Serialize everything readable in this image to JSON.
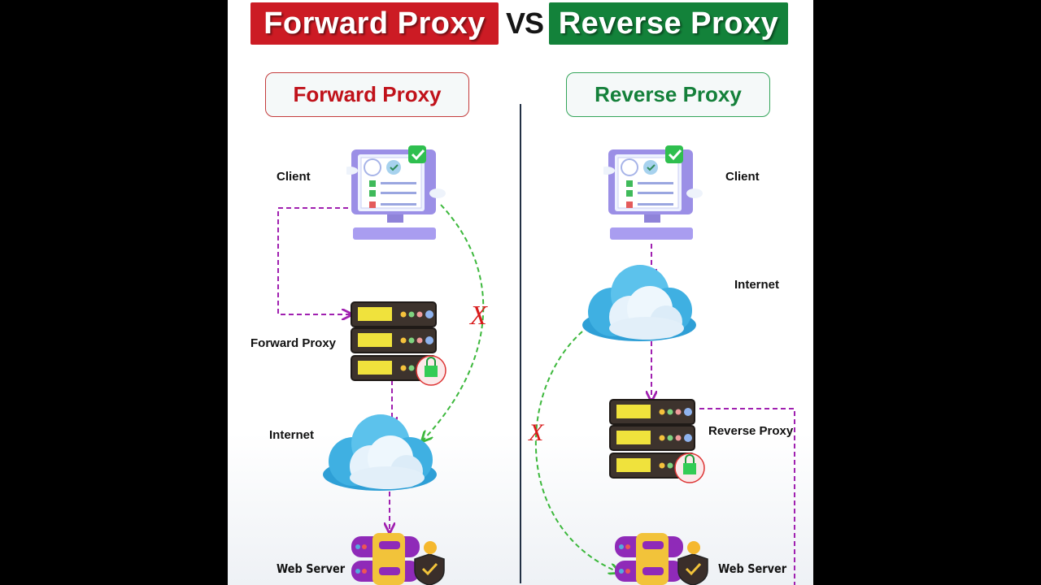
{
  "header": {
    "left_title": "Forward Proxy",
    "vs": "VS",
    "right_title": "Reverse Proxy"
  },
  "left_panel": {
    "title": "Forward Proxy",
    "labels": {
      "client": "Client",
      "proxy": "Forward Proxy",
      "internet": "Internet",
      "server": "Web Server"
    },
    "blocked_mark": "X"
  },
  "right_panel": {
    "title": "Reverse Proxy",
    "labels": {
      "client": "Client",
      "internet": "Internet",
      "proxy": "Reverse Proxy",
      "server": "Web Server"
    },
    "blocked_mark": "X"
  },
  "colors": {
    "forward_red": "#cc1b24",
    "reverse_green": "#13823a",
    "flow_purple": "#a020b0",
    "bypass_green": "#3cb83c",
    "blocked_red": "#d81b1b"
  },
  "icons": [
    "monitor-icon",
    "server-rack-icon",
    "cloud-icon",
    "web-server-icon",
    "shield-check-icon",
    "lock-icon"
  ]
}
